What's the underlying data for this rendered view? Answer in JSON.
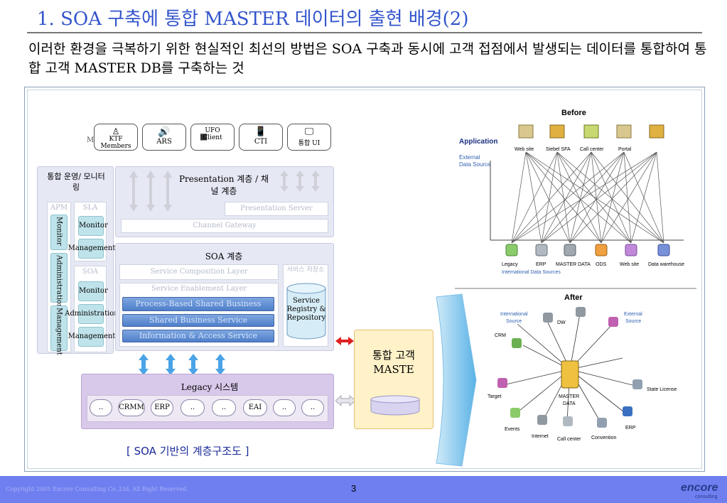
{
  "slide": {
    "title": "1. SOA 구축에 통합 MASTER 데이터의 출현 배경(2)",
    "subtitle": "이러한 환경을 극복하기 위한 현실적인 최선의 방법은 SOA 구축과 동시에 고객 접점에서 발생되는 데이터를 통합하여 통합 고객 MASTER DB를 구축하는 것",
    "page_number": "3",
    "copyright": "Copyright 2005 Encore Consulting Co.,Ltd. All Right Reserved.",
    "logo_text": "encore",
    "logo_sub": "consulting"
  },
  "channels": [
    "KTF Members",
    "ARS",
    "UFO Client",
    "CTI",
    "통합 UI"
  ],
  "channels_back_text": "Members",
  "left_panel": {
    "title": "통합 운영/ 모니터링",
    "apm_label": "APM",
    "sla_label": "SLA",
    "soa_label": "SOA",
    "apm_items": [
      "Monitor",
      "Administration",
      "Management"
    ],
    "sla_items": [
      "Monitor",
      "Management"
    ],
    "soa_items": [
      "Monitor",
      "Administration",
      "Management"
    ]
  },
  "presentation": {
    "title": "Presentation 계층 / 채널 계층",
    "server": "Presentation Server",
    "gateway": "Channel Gateway"
  },
  "soa_layer": {
    "title": "SOA 계층",
    "composition": "Service Composition Layer",
    "enablement": "Service Enablement Layer",
    "services": [
      "Process-Based Shared Business Service",
      "Shared Business Service",
      "Information & Access Service"
    ],
    "repo_header": "서비스 저장소",
    "repository": "Service Registry & Repository"
  },
  "legacy": {
    "title": "Legacy 시스템",
    "items": [
      "..",
      "CRMM",
      "ERP",
      "..",
      "..",
      "EAI",
      "..",
      ".."
    ]
  },
  "master": {
    "title": "통합 고객 MASTE"
  },
  "caption": "[ SOA 기반의 계층구조도 ]",
  "before": {
    "title": "Before",
    "application_label": "Application",
    "external_label": "External Data Source",
    "apps": [
      "Web site",
      "Siebel SFA",
      "Call center",
      "Portal",
      ""
    ],
    "sources": [
      "Legacy",
      "ERP",
      "MASTER DATA",
      "ODS",
      "Web site",
      "Data warehouse"
    ],
    "intl_label": "International Data Sources"
  },
  "after": {
    "title": "After",
    "center": "MASTER DATA",
    "nodes": [
      "International Source",
      "DW",
      "External Source",
      "CRM",
      "State License",
      "Target",
      "Events",
      "Internet",
      "Call center",
      "Convention",
      "ERP"
    ]
  },
  "colors": {
    "title": "#3355cc",
    "footer": "#6f7ff0",
    "service_bar": "#5b8bd4",
    "teal_box": "#bfe3ea",
    "master_box": "#fff2c8",
    "arrow_blue": "#4aa3e6",
    "arrow_red": "#e02020"
  }
}
